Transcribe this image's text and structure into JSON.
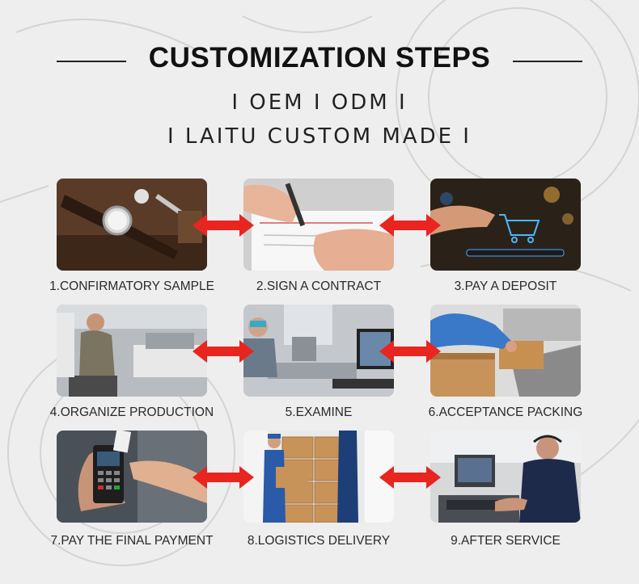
{
  "header": {
    "title": "CUSTOMIZATION STEPS",
    "subtitle_line1": "I OEM I ODM I",
    "subtitle_line2": "I LAITU CUSTOM MADE I"
  },
  "steps": [
    {
      "label": "1.CONFIRMATORY SAMPLE"
    },
    {
      "label": "2.SIGN A CONTRACT"
    },
    {
      "label": "3.PAY A DEPOSIT"
    },
    {
      "label": "4.ORGANIZE PRODUCTION"
    },
    {
      "label": "5.EXAMINE"
    },
    {
      "label": "6.ACCEPTANCE PACKING"
    },
    {
      "label": "7.PAY THE FINAL PAYMENT"
    },
    {
      "label": "8.LOGISTICS DELIVERY"
    },
    {
      "label": "9.AFTER SERVICE"
    }
  ],
  "colors": {
    "arrow": "#e8251f",
    "background": "#eeeeee"
  }
}
